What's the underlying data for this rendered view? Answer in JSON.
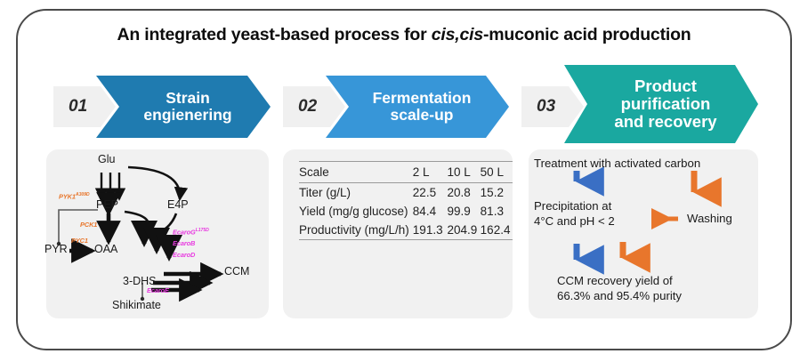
{
  "title": {
    "part1": "An integrated yeast-based process for ",
    "italic": "cis,cis",
    "part2": "-muconic acid production"
  },
  "colors": {
    "chevron_1": "#1f7bb0",
    "chevron_2": "#3796d8",
    "chevron_3": "#1aa8a0",
    "numbox_bg": "#f0f0f0",
    "panel_bg": "#f1f1f1",
    "gene_orange": "#e8762c",
    "gene_magenta": "#e83ce0",
    "arrow_blue": "#3a6fc4",
    "arrow_orange": "#e8762c",
    "frame_border": "#4a4a4a"
  },
  "steps": [
    {
      "number": "01",
      "line1": "Strain",
      "line2": "engienering",
      "line3": ""
    },
    {
      "number": "02",
      "line1": "Fermentation",
      "line2": "scale-up",
      "line3": ""
    },
    {
      "number": "03",
      "line1": "Product",
      "line2": "purification",
      "line3": "and recovery"
    }
  ],
  "pathway": {
    "metabolites": [
      {
        "id": "glu",
        "label": "Glu"
      },
      {
        "id": "pep",
        "label": "PEP"
      },
      {
        "id": "e4p",
        "label": "E4P"
      },
      {
        "id": "pyr",
        "label": "PYR"
      },
      {
        "id": "oaa",
        "label": "OAA"
      },
      {
        "id": "dhs",
        "label": "3-DHS"
      },
      {
        "id": "ccm",
        "label": "CCM"
      },
      {
        "id": "shikimate",
        "label": "Shikimate"
      }
    ],
    "genes": [
      {
        "id": "pyk1",
        "name": "PYK1",
        "sup": "A309D",
        "color": "orange"
      },
      {
        "id": "pck1",
        "name": "PCK1",
        "sup": "",
        "color": "orange"
      },
      {
        "id": "pyc1",
        "name": "PYC1",
        "sup": "",
        "color": "orange"
      },
      {
        "id": "ecarog",
        "name": "EcaroG",
        "sup": "L175D",
        "color": "magenta"
      },
      {
        "id": "ecarob",
        "name": "EcaroB",
        "sup": "",
        "color": "magenta"
      },
      {
        "id": "ecarod",
        "name": "EcaroD",
        "sup": "",
        "color": "magenta"
      },
      {
        "id": "ecaroe",
        "name": "EcaroE",
        "sup": "",
        "color": "magenta"
      }
    ]
  },
  "table": {
    "headers": [
      "Scale",
      "2 L",
      "10 L",
      "50 L"
    ],
    "rows": [
      {
        "label": "Titer (g/L)",
        "values": [
          "22.5",
          "20.8",
          "15.2"
        ]
      },
      {
        "label": "Yield (mg/g glucose)",
        "values": [
          "84.4",
          "99.9",
          "81.3"
        ]
      },
      {
        "label": "Productivity (mg/L/h)",
        "values": [
          "191.3",
          "204.9",
          "162.4"
        ]
      }
    ]
  },
  "recovery": {
    "step1": "Treatment with activated carbon",
    "step2_line1": "Precipitation at",
    "step2_line2": "4°C and pH < 2",
    "washing": "Washing",
    "step3_line1": "CCM recovery yield of",
    "step3_line2": "66.3% and 95.4% purity"
  }
}
